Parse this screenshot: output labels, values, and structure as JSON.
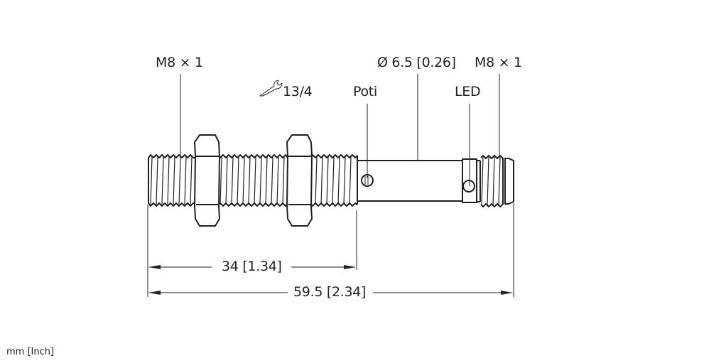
{
  "drawing": {
    "thread_left_label": "M8 × 1",
    "wrench_size_label": "13/4",
    "poti_label": "Poti",
    "diameter_label": "Ø 6.5 [0.26]",
    "thread_right_label": "M8 × 1",
    "led_label": "LED",
    "dim_threaded_length": "34 [1.34]",
    "dim_total_length": "59.5 [2.34]"
  },
  "footer": {
    "units_note": "mm [Inch]"
  },
  "colors": {
    "line": "#231f20",
    "background": "#ffffff"
  }
}
